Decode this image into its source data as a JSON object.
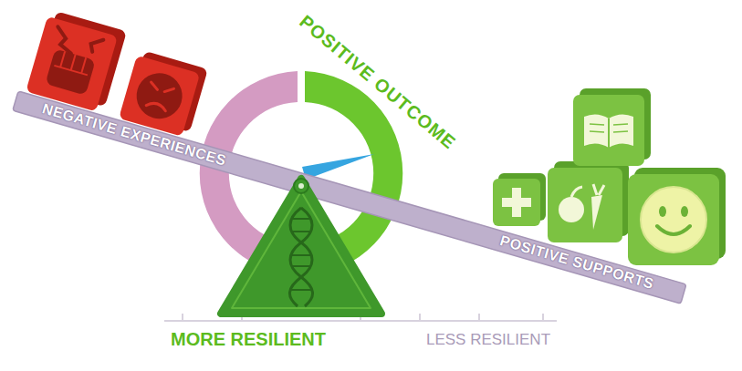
{
  "diagram": {
    "labels": [
      "POSITIVE OUTCOME",
      "NEGATIVE EXPERIENCES",
      "POSITIVE SUPPORTS",
      "MORE RESILIENT",
      "LESS RESILIENT"
    ]
  }
}
